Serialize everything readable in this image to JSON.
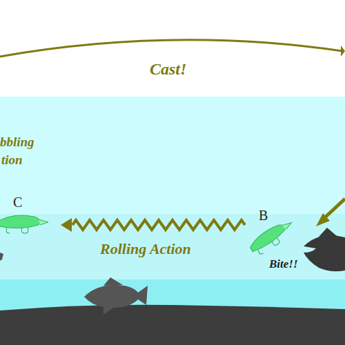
{
  "diagram": {
    "labels": [
      "Cast!",
      "bbling",
      "tion",
      "C",
      "B",
      "Rolling Action",
      "Bite!!"
    ]
  }
}
